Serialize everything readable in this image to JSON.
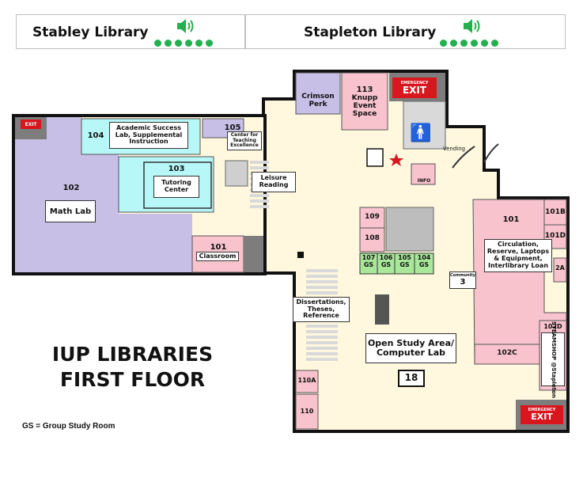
{
  "tabs": [
    {
      "label": "Stabley Library",
      "status_icon": "speaker-icon",
      "status_dots": 6,
      "status_color": "#22b14c"
    },
    {
      "label": "Stapleton Library",
      "status_icon": "speaker-icon",
      "status_dots": 6,
      "status_color": "#22b14c"
    }
  ],
  "map": {
    "title_line1": "IUP LIBRARIES",
    "title_line2": "FIRST FLOOR",
    "legend": "GS = Group Study Room",
    "rooms": {
      "crimson_perk": "Crimson Perk",
      "r113": "113",
      "knupp": "Knupp Event Space",
      "r104": "104",
      "academic_success": "Academic Success Lab, Supplemental Instruction",
      "r105": "105",
      "center_teaching": "Center for Teaching Excellence",
      "r103": "103",
      "tutoring": "Tutoring Center",
      "r102": "102",
      "math_lab": "Math Lab",
      "leisure": "Leisure Reading",
      "r101_left": "101",
      "classroom": "Classroom",
      "r109": "109",
      "r108": "108",
      "gs107": "107 GS",
      "gs106": "106 GS",
      "gs105": "105 GS",
      "gs104": "104 GS",
      "community": "Community",
      "community_num": "3",
      "dissertations": "Dissertations, Theses, Reference",
      "open_study": "Open Study Area/ Computer Lab",
      "computers": "18",
      "r110a": "110A",
      "r110": "110",
      "r101_right": "101",
      "r101b": "101B",
      "r101d": "101D",
      "r2a": "2A",
      "circulation": "Circulation, Reserve, Laptops & Equipment, Interlibrary Loan",
      "r102d": "102D",
      "steamshop": "STEAMSHOP @Stapleton",
      "r102c": "102C",
      "vending": "Vending",
      "info": "INFO"
    },
    "exits": {
      "emergency_small": "EMERGENCY",
      "exit_text": "EXIT",
      "left_exit": "EXIT"
    },
    "colors": {
      "hall": "#fff8de",
      "purple": "#c7bfe6",
      "cyan": "#b7f7f7",
      "pink": "#f8c3cd",
      "green": "#a9e79b",
      "wall": "#111111",
      "gray": "#7d7d7d",
      "exit_red": "#d7161e"
    }
  }
}
